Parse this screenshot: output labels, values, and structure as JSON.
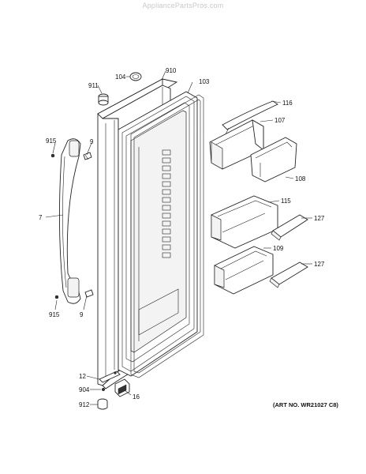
{
  "watermark": "AppliancePartsPros.com",
  "art_number": "(ART NO. WR21027 C8)",
  "parts": {
    "p104": "104",
    "p910": "910",
    "p103": "103",
    "p911": "911",
    "p116": "116",
    "p107": "107",
    "p915a": "915",
    "p9a": "9",
    "p108": "108",
    "p7": "7",
    "p115": "115",
    "p127a": "127",
    "p109": "109",
    "p127b": "127",
    "p915b": "915",
    "p9b": "9",
    "p12": "12",
    "p904": "904",
    "p16": "16",
    "p912": "912"
  }
}
